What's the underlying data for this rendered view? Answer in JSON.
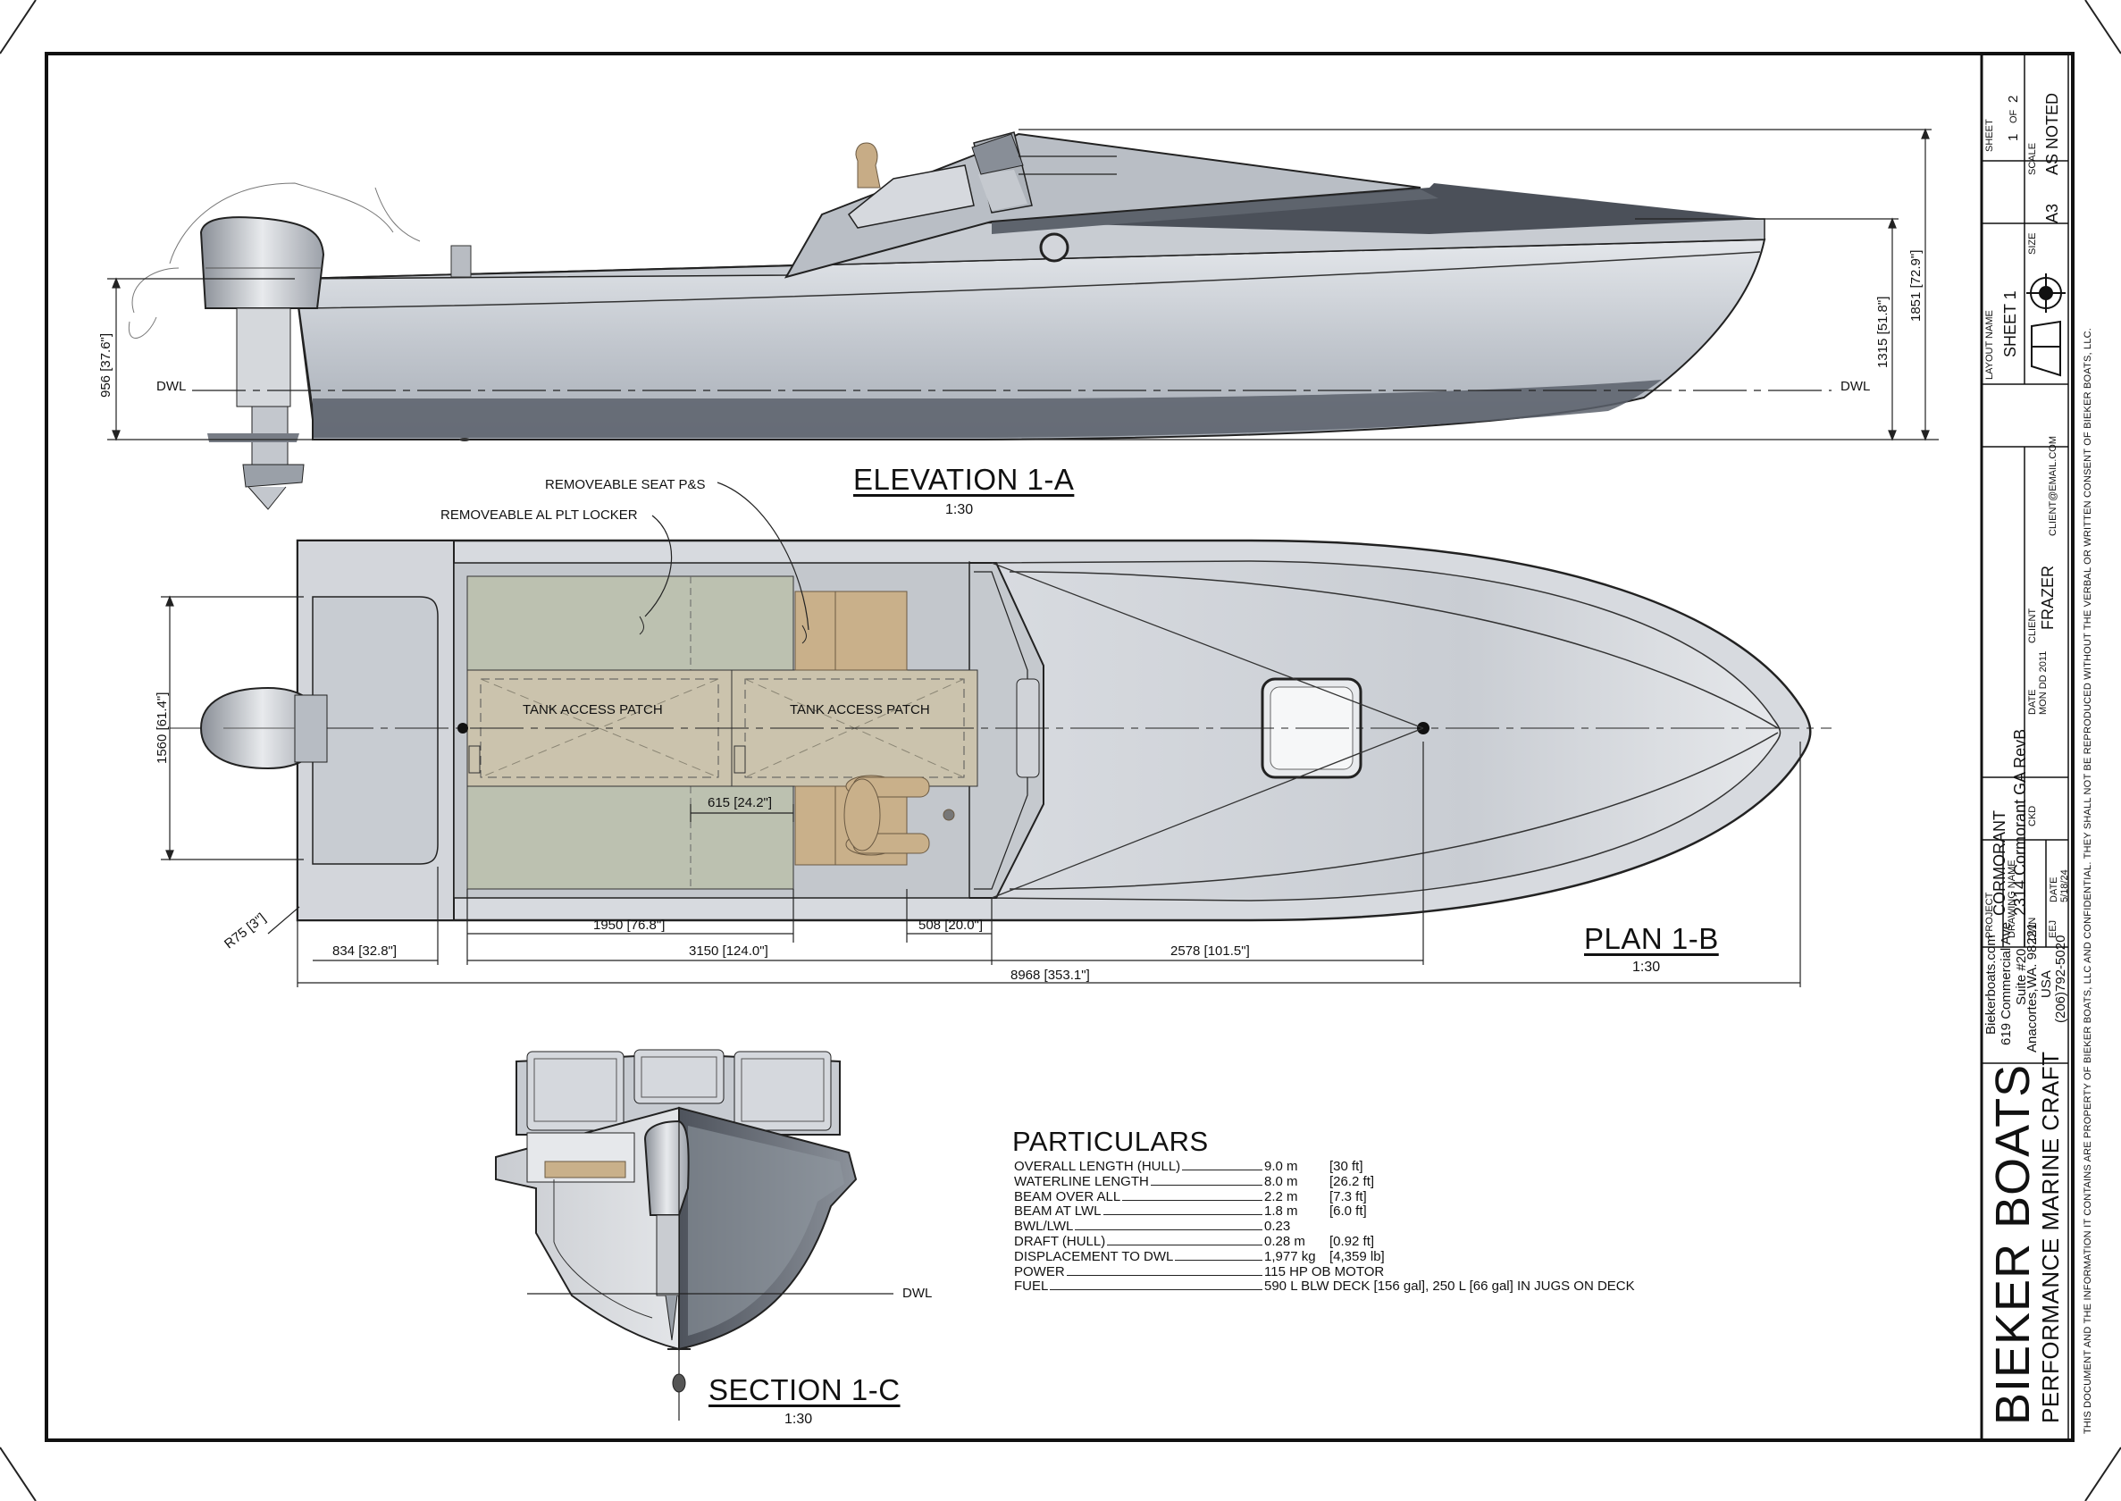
{
  "elevation": {
    "title": "ELEVATION 1-A",
    "scale": "1:30",
    "dim_left": "956 [37.6\"]",
    "dim_right_1": "1315 [51.8\"]",
    "dim_right_2": "1851 [72.9\"]",
    "dwl_left": "DWL",
    "dwl_right": "DWL"
  },
  "plan": {
    "title": "PLAN 1-B",
    "scale": "1:30",
    "callout_seat": "REMOVEABLE SEAT P&S",
    "callout_locker": "REMOVEABLE AL PLT LOCKER",
    "tank_1": "TANK ACCESS PATCH",
    "tank_2": "TANK ACCESS PATCH",
    "dim_615": "615 [24.2\"]",
    "dim_beam": "1560 [61.4\"]",
    "dim_radius": "R75 [3\"]",
    "dim_834": "834 [32.8\"]",
    "dim_1950": "1950 [76.8\"]",
    "dim_3150": "3150 [124.0\"]",
    "dim_508": "508 [20.0\"]",
    "dim_2578": "2578 [101.5\"]",
    "dim_8968": "8968 [353.1\"]"
  },
  "section": {
    "title": "SECTION 1-C",
    "scale": "1:30",
    "dwl": "DWL"
  },
  "particulars": {
    "title": "PARTICULARS",
    "rows": [
      {
        "label": "OVERALL LENGTH (HULL)",
        "v1": "9.0 m",
        "v2": "[30 ft]"
      },
      {
        "label": "WATERLINE LENGTH",
        "v1": "8.0 m",
        "v2": "[26.2 ft]"
      },
      {
        "label": "BEAM OVER ALL",
        "v1": "2.2 m",
        "v2": "[7.3 ft]"
      },
      {
        "label": "BEAM AT LWL",
        "v1": "1.8 m",
        "v2": "[6.0 ft]"
      },
      {
        "label": "BWL/LWL",
        "v1": "0.23",
        "v2": ""
      },
      {
        "label": "DRAFT (HULL)",
        "v1": "0.28 m",
        "v2": "[0.92 ft]"
      },
      {
        "label": "DISPLACEMENT TO DWL",
        "v1": "1,977 kg",
        "v2": "[4,359 lb]"
      },
      {
        "label": "POWER",
        "v1": "115 HP OB MOTOR",
        "v2": ""
      },
      {
        "label": "FUEL",
        "v1": "590 L BLW DECK [156 gal], 250 L [66 gal] IN JUGS ON DECK",
        "v2": ""
      }
    ]
  },
  "title_block": {
    "sheet_label": "SHEET",
    "sheet_value": "1",
    "sheet_of": "OF",
    "sheet_total": "2",
    "scale_label": "SCALE",
    "scale_value": "AS NOTED",
    "size_label": "SIZE",
    "size_value": "A3",
    "layout_label": "LAYOUT NAME",
    "layout_value": "SHEET 1",
    "client_label": "CLIENT",
    "client_value": "FRAZER",
    "client_email": "CLIENT@EMAIL.COM",
    "date_label": "DATE",
    "date_value": "MON DD 2011",
    "ckd_label": "CKD",
    "project_label": "PROJECT",
    "project_value": "CORMORANT",
    "drawing_label": "DRAWING NAME",
    "drawing_value": "2314 Cormorant GA RevB",
    "dwn_label": "DWN",
    "dwn_value": "EEJ",
    "date2_label": "DATE",
    "date2_value": "5/18/24",
    "addr_1": "Biekerboats.com",
    "addr_2": "619 Commercial Ave",
    "addr_3": "Suite #20",
    "addr_4": "Anacortes,WA. 98221",
    "addr_5": "USA",
    "addr_6": "(206)792-5020",
    "brand": "BIEKER BOATS",
    "brand_sub": "PERFORMANCE MARINE CRAFT",
    "legal": "THIS DOCUMENT AND THE INFORMATION IT CONTAINS ARE PROPERTY OF BIEKER BOATS, LLC AND CONFIDENTIAL. THEY SHALL NOT BE REPRODUCED WITHOUT THE VERBAL OR WRITTEN CONSENT OF BIEKER BOATS, LLC."
  },
  "colors": {
    "hull_light": "#d2d6dc",
    "hull_mid": "#aeb4bd",
    "hull_dark": "#5e6470",
    "deck_dark": "#4a4f58",
    "cockpit_green": "#bfc3b2",
    "tank_tan": "#cbc3ad",
    "seat_tan": "#c9b08a",
    "line": "#111111"
  }
}
